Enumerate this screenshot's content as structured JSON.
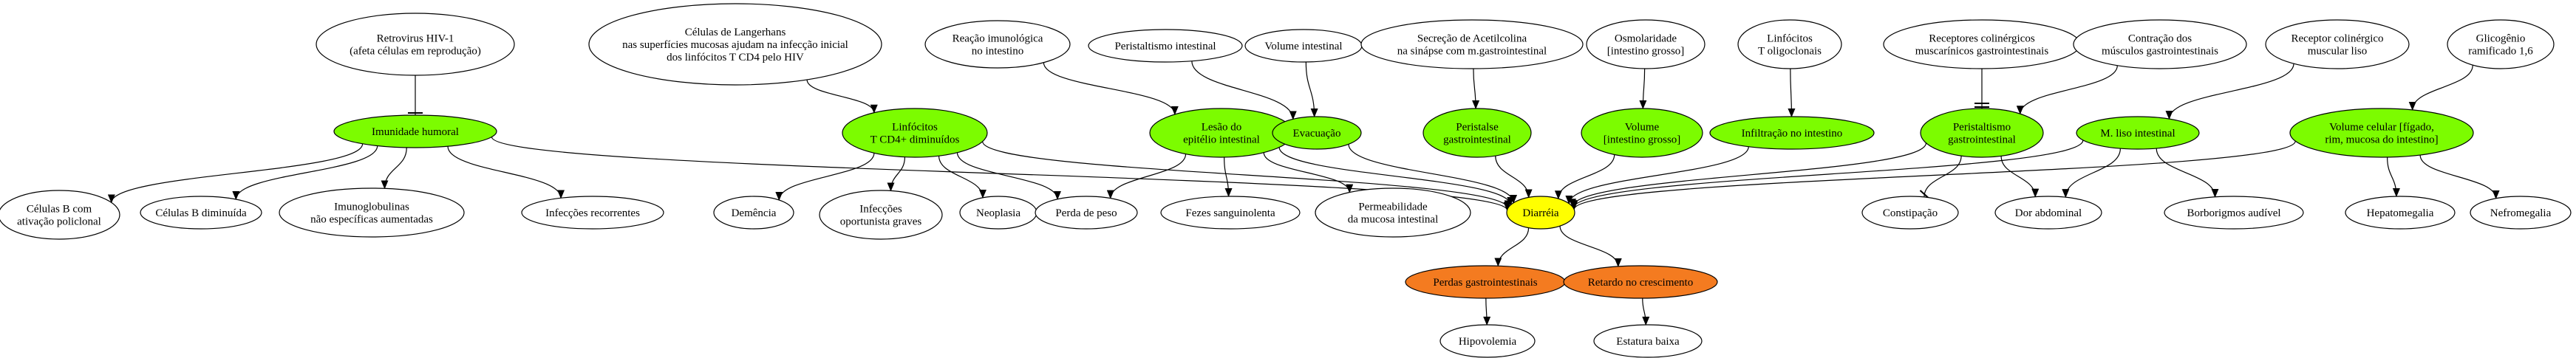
{
  "colors": {
    "white": "#ffffff",
    "green": "#7cfc00",
    "orange": "#f47b20",
    "yellow": "#ffff00",
    "stroke": "#000000"
  },
  "nodes": [
    {
      "id": "retrovirus",
      "lines": [
        "Retrovirus HIV-1",
        "(afeta células em reprodução)"
      ],
      "color": "white"
    },
    {
      "id": "imunidade",
      "lines": [
        "Imunidade humoral"
      ],
      "color": "green"
    },
    {
      "id": "celulasB_ativ",
      "lines": [
        "Células B com",
        "ativação policlonal"
      ],
      "color": "white"
    },
    {
      "id": "celulasB_dim",
      "lines": [
        "Células B diminuída"
      ],
      "color": "white"
    },
    {
      "id": "imunoglob",
      "lines": [
        "Imunoglobulinas",
        "não específicas aumentadas"
      ],
      "color": "white"
    },
    {
      "id": "infeccoes_rec",
      "lines": [
        "Infecções recorrentes"
      ],
      "color": "white"
    },
    {
      "id": "langerhans",
      "lines": [
        "Células de Langerhans",
        "nas superfícies mucosas ajudam na infecção inicial",
        "dos linfócitos T CD4 pelo HIV"
      ],
      "color": "white"
    },
    {
      "id": "linfocitos_cd4",
      "lines": [
        "Linfócitos",
        "T CD4+ diminuídos"
      ],
      "color": "green"
    },
    {
      "id": "demencia",
      "lines": [
        "Demência"
      ],
      "color": "white"
    },
    {
      "id": "infeccoes_op",
      "lines": [
        "Infecções",
        "oportunista graves"
      ],
      "color": "white"
    },
    {
      "id": "neoplasia",
      "lines": [
        "Neoplasia"
      ],
      "color": "white"
    },
    {
      "id": "reacao",
      "lines": [
        "Reação imunológica",
        "no intestino"
      ],
      "color": "white"
    },
    {
      "id": "lesao",
      "lines": [
        "Lesão do",
        "epitélio intestinal"
      ],
      "color": "green"
    },
    {
      "id": "perda_peso",
      "lines": [
        "Perda de peso"
      ],
      "color": "white"
    },
    {
      "id": "fezes",
      "lines": [
        "Fezes sanguinolenta"
      ],
      "color": "white"
    },
    {
      "id": "permeab",
      "lines": [
        "Permeabilidade",
        "da mucosa intestinal"
      ],
      "color": "white"
    },
    {
      "id": "peristaltismo_int",
      "lines": [
        "Peristaltismo intestinal"
      ],
      "color": "white"
    },
    {
      "id": "volume_int",
      "lines": [
        "Volume intestinal"
      ],
      "color": "white"
    },
    {
      "id": "evacuacao",
      "lines": [
        "Evacuação"
      ],
      "color": "green"
    },
    {
      "id": "secrecao",
      "lines": [
        "Secreção de Acetilcolina",
        "na sinápse com m.gastrointestinal"
      ],
      "color": "white"
    },
    {
      "id": "peristalse",
      "lines": [
        "Peristalse",
        "gastrointestinal"
      ],
      "color": "green"
    },
    {
      "id": "osmolaridade",
      "lines": [
        "Osmolaridade",
        "[intestino grosso]"
      ],
      "color": "white"
    },
    {
      "id": "volume_ig",
      "lines": [
        "Volume",
        "[intestino grosso]"
      ],
      "color": "green"
    },
    {
      "id": "linf_t_oligo",
      "lines": [
        "Linfócitos",
        "T oligoclonais"
      ],
      "color": "white"
    },
    {
      "id": "infiltracao",
      "lines": [
        "Infiltração no intestino"
      ],
      "color": "green"
    },
    {
      "id": "receptores",
      "lines": [
        "Receptores colinérgicos",
        "muscarínicos gastrointestinais"
      ],
      "color": "white"
    },
    {
      "id": "peristaltismo_gi",
      "lines": [
        "Peristaltismo",
        "gastrointestinal"
      ],
      "color": "green"
    },
    {
      "id": "constipacao",
      "lines": [
        "Constipação"
      ],
      "color": "white"
    },
    {
      "id": "dor_abd",
      "lines": [
        "Dor abdominal"
      ],
      "color": "white"
    },
    {
      "id": "contracao",
      "lines": [
        "Contração dos",
        "músculos gastrointestinais"
      ],
      "color": "white"
    },
    {
      "id": "m_liso",
      "lines": [
        "M. liso intestinal"
      ],
      "color": "green"
    },
    {
      "id": "borborigmos",
      "lines": [
        "Borborigmos audível"
      ],
      "color": "white"
    },
    {
      "id": "receptor_col",
      "lines": [
        "Receptor colinérgico",
        "muscular liso"
      ],
      "color": "white"
    },
    {
      "id": "glicogenio",
      "lines": [
        "Glicogênio",
        "ramificado 1,6"
      ],
      "color": "white"
    },
    {
      "id": "volume_cel",
      "lines": [
        "Volume celular [fígado,",
        "rim, mucosa do intestino]"
      ],
      "color": "green"
    },
    {
      "id": "hepatomegalia",
      "lines": [
        "Hepatomegalia"
      ],
      "color": "white"
    },
    {
      "id": "nefromegalia",
      "lines": [
        "Nefromegalia"
      ],
      "color": "white"
    },
    {
      "id": "diarreia",
      "lines": [
        "Diarréia"
      ],
      "color": "yellow"
    },
    {
      "id": "perdas_gi",
      "lines": [
        "Perdas gastrointestinais"
      ],
      "color": "orange"
    },
    {
      "id": "retardo",
      "lines": [
        "Retardo no crescimento"
      ],
      "color": "orange"
    },
    {
      "id": "hipovolemia",
      "lines": [
        "Hipovolemia"
      ],
      "color": "white"
    },
    {
      "id": "estatura",
      "lines": [
        "Estatura baixa"
      ],
      "color": "white"
    }
  ],
  "edges": [
    {
      "from": "retrovirus",
      "to": "imunidade",
      "type": "inhibit"
    },
    {
      "from": "imunidade",
      "to": "celulasB_ativ",
      "type": "arrow"
    },
    {
      "from": "imunidade",
      "to": "celulasB_dim",
      "type": "arrow"
    },
    {
      "from": "imunidade",
      "to": "imunoglob",
      "type": "arrow"
    },
    {
      "from": "imunidade",
      "to": "infeccoes_rec",
      "type": "arrow"
    },
    {
      "from": "imunidade",
      "to": "diarreia",
      "type": "arrow"
    },
    {
      "from": "langerhans",
      "to": "linfocitos_cd4",
      "type": "arrow"
    },
    {
      "from": "linfocitos_cd4",
      "to": "demencia",
      "type": "arrow"
    },
    {
      "from": "linfocitos_cd4",
      "to": "infeccoes_op",
      "type": "arrow"
    },
    {
      "from": "linfocitos_cd4",
      "to": "neoplasia",
      "type": "arrow"
    },
    {
      "from": "linfocitos_cd4",
      "to": "perda_peso",
      "type": "arrow"
    },
    {
      "from": "linfocitos_cd4",
      "to": "diarreia",
      "type": "arrow"
    },
    {
      "from": "reacao",
      "to": "lesao",
      "type": "arrow"
    },
    {
      "from": "lesao",
      "to": "perda_peso",
      "type": "arrow"
    },
    {
      "from": "lesao",
      "to": "fezes",
      "type": "arrow"
    },
    {
      "from": "lesao",
      "to": "permeab",
      "type": "arrow"
    },
    {
      "from": "lesao",
      "to": "diarreia",
      "type": "arrow"
    },
    {
      "from": "peristaltismo_int",
      "to": "evacuacao",
      "type": "arrow"
    },
    {
      "from": "volume_int",
      "to": "evacuacao",
      "type": "arrow"
    },
    {
      "from": "evacuacao",
      "to": "diarreia",
      "type": "arrow"
    },
    {
      "from": "secrecao",
      "to": "peristalse",
      "type": "arrow"
    },
    {
      "from": "peristalse",
      "to": "diarreia",
      "type": "arrow"
    },
    {
      "from": "osmolaridade",
      "to": "volume_ig",
      "type": "arrow"
    },
    {
      "from": "volume_ig",
      "to": "diarreia",
      "type": "arrow"
    },
    {
      "from": "linf_t_oligo",
      "to": "infiltracao",
      "type": "arrow"
    },
    {
      "from": "infiltracao",
      "to": "diarreia",
      "type": "arrow"
    },
    {
      "from": "receptores",
      "to": "peristaltismo_gi",
      "type": "inhibit_double"
    },
    {
      "from": "contracao",
      "to": "peristaltismo_gi",
      "type": "arrow"
    },
    {
      "from": "peristaltismo_gi",
      "to": "constipacao",
      "type": "inhibit"
    },
    {
      "from": "peristaltismo_gi",
      "to": "dor_abd",
      "type": "arrow"
    },
    {
      "from": "peristaltismo_gi",
      "to": "diarreia",
      "type": "arrow"
    },
    {
      "from": "receptor_col",
      "to": "m_liso",
      "type": "arrow"
    },
    {
      "from": "m_liso",
      "to": "dor_abd",
      "type": "arrow"
    },
    {
      "from": "m_liso",
      "to": "borborigmos",
      "type": "arrow"
    },
    {
      "from": "m_liso",
      "to": "diarreia",
      "type": "arrow"
    },
    {
      "from": "glicogenio",
      "to": "volume_cel",
      "type": "arrow"
    },
    {
      "from": "volume_cel",
      "to": "hepatomegalia",
      "type": "arrow"
    },
    {
      "from": "volume_cel",
      "to": "nefromegalia",
      "type": "arrow"
    },
    {
      "from": "volume_cel",
      "to": "diarreia",
      "type": "arrow"
    },
    {
      "from": "diarreia",
      "to": "perdas_gi",
      "type": "arrow"
    },
    {
      "from": "diarreia",
      "to": "retardo",
      "type": "arrow"
    },
    {
      "from": "perdas_gi",
      "to": "hipovolemia",
      "type": "arrow"
    },
    {
      "from": "retardo",
      "to": "estatura",
      "type": "arrow"
    }
  ]
}
